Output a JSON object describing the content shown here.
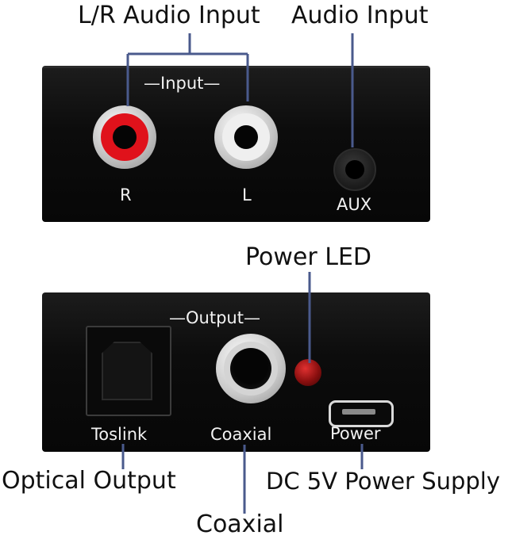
{
  "callouts": {
    "lr_audio_input": "L/R Audio Input",
    "audio_input": "Audio Input",
    "power_led": "Power LED",
    "optical_output": "Optical Output",
    "dc_power": "DC 5V Power Supply",
    "coaxial": "Coaxial"
  },
  "top_panel": {
    "section_label": "—Input—",
    "right_jack_label": "R",
    "left_jack_label": "L",
    "aux_label": "AUX"
  },
  "bottom_panel": {
    "section_label": "—Output—",
    "toslink_label": "Toslink",
    "coaxial_label": "Coaxial",
    "power_label": "Power"
  },
  "colors": {
    "leader_line": "#4a5a8c",
    "right_jack": "#e0121b",
    "left_jack": "#f2f2f2",
    "power_led": "#8a0f0f",
    "panel": "#0c0c0c"
  }
}
